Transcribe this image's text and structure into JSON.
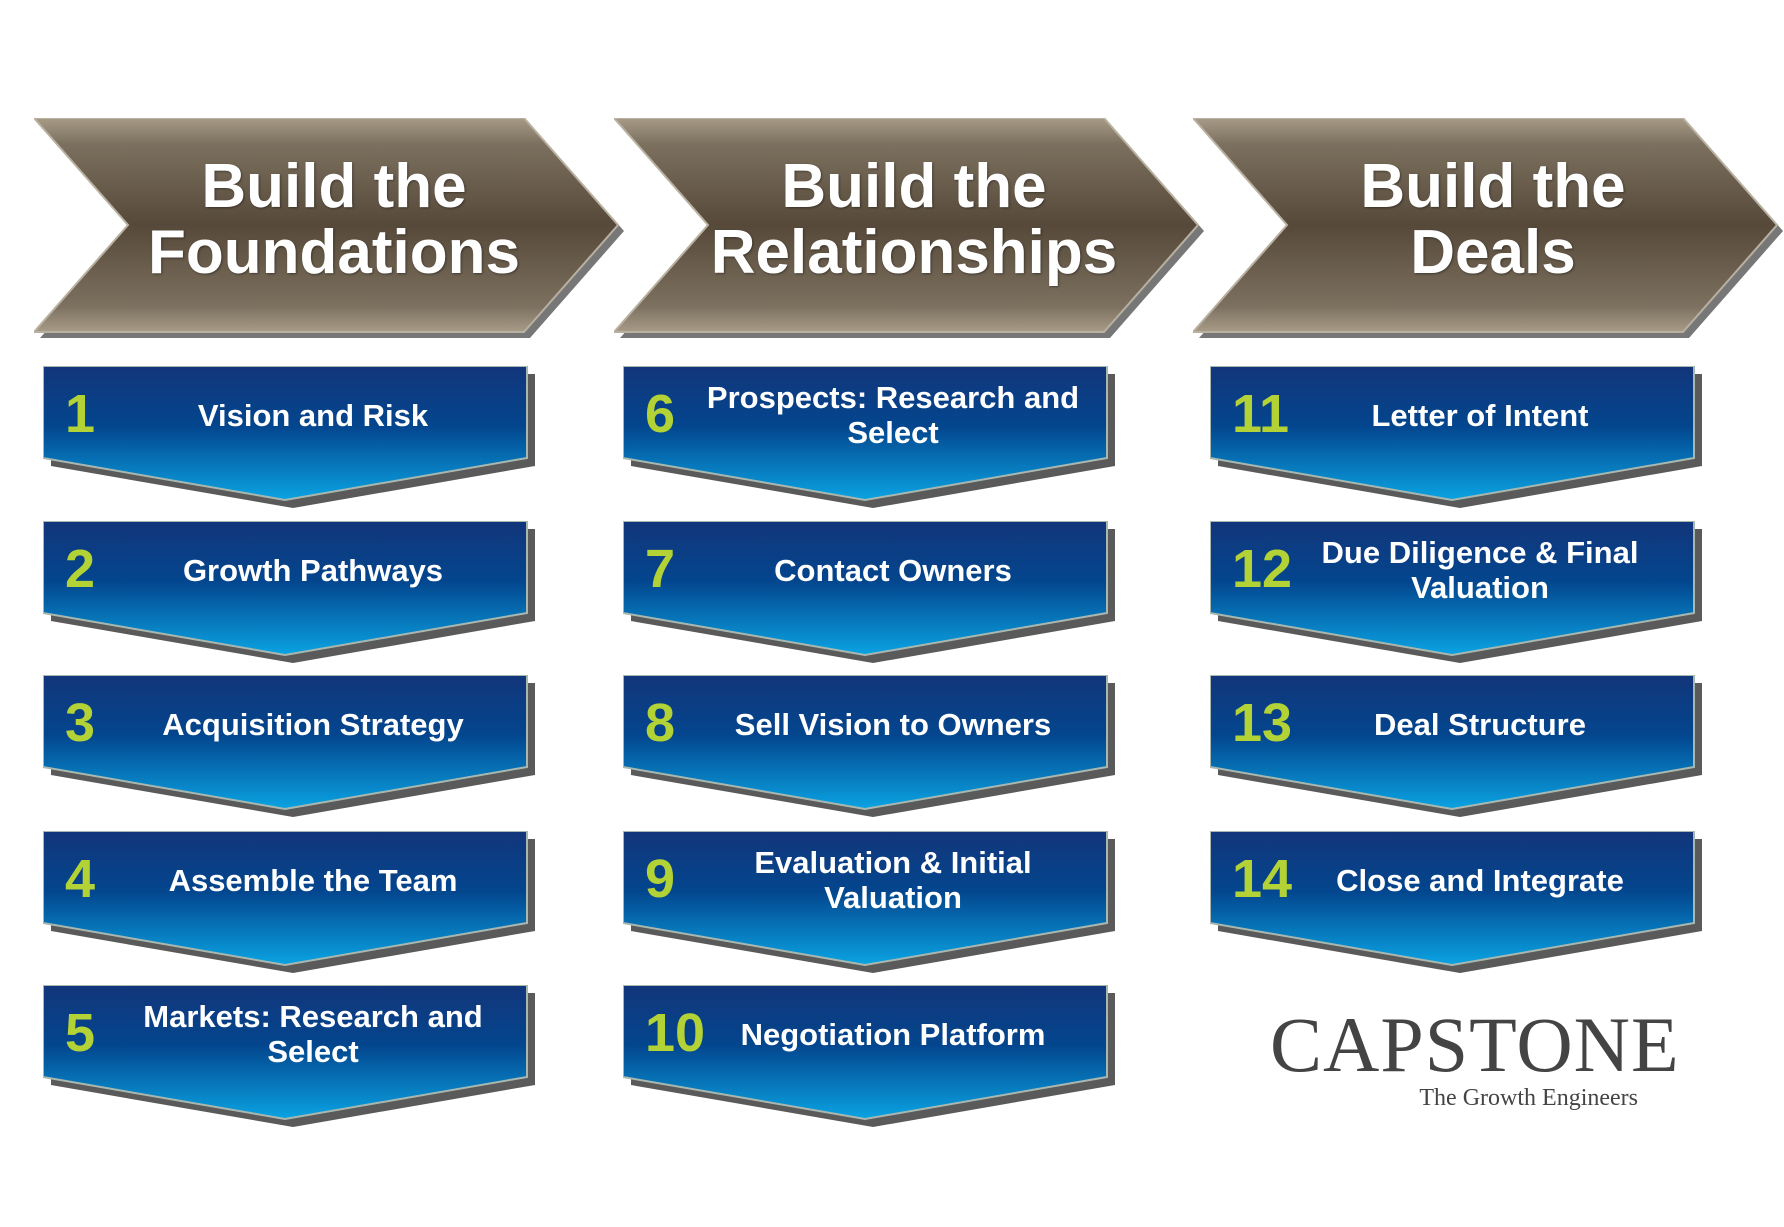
{
  "columns": [
    {
      "header": [
        "Build the",
        "Foundations"
      ],
      "steps": [
        {
          "num": "1",
          "label": "Vision and Risk"
        },
        {
          "num": "2",
          "label": "Growth Pathways"
        },
        {
          "num": "3",
          "label": "Acquisition Strategy"
        },
        {
          "num": "4",
          "label": "Assemble the Team"
        },
        {
          "num": "5",
          "label": "Markets: Research and Select"
        }
      ]
    },
    {
      "header": [
        "Build the",
        "Relationships"
      ],
      "steps": [
        {
          "num": "6",
          "label": "Prospects: Research and Select"
        },
        {
          "num": "7",
          "label": "Contact Owners"
        },
        {
          "num": "8",
          "label": "Sell Vision to Owners"
        },
        {
          "num": "9",
          "label": "Evaluation & Initial Valuation"
        },
        {
          "num": "10",
          "label": "Negotiation Platform"
        }
      ]
    },
    {
      "header": [
        "Build the",
        "Deals"
      ],
      "steps": [
        {
          "num": "11",
          "label": "Letter of Intent"
        },
        {
          "num": "12",
          "label": "Due Diligence & Final Valuation"
        },
        {
          "num": "13",
          "label": "Deal Structure"
        },
        {
          "num": "14",
          "label": "Close and Integrate"
        }
      ]
    }
  ],
  "logo": {
    "name": "CAPSTONE",
    "tagline": "The Growth Engineers"
  },
  "colors": {
    "number": "#b2d235",
    "box_top": "#10357a",
    "box_bottom": "#0aa0e0",
    "header_mid": "#574a3a"
  }
}
